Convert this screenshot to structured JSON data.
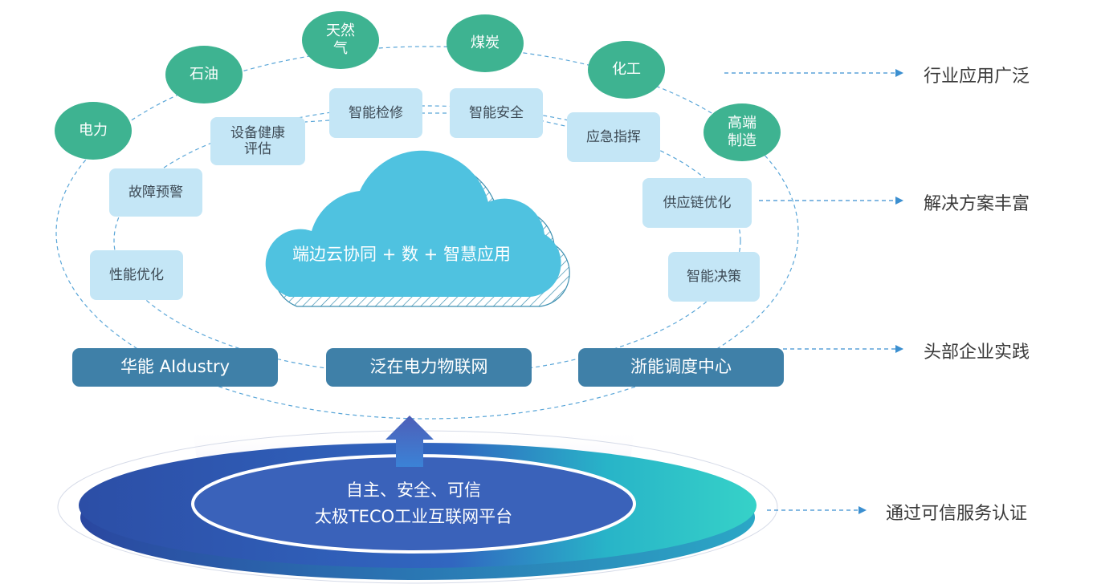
{
  "colors": {
    "industry_node": "#3eb391",
    "solution_box": "#c4e6f6",
    "enterprise_bar": "#3f80a8",
    "cloud": "#4fc2e0",
    "arrow_line": "#3b8fd0",
    "platform_dark": "#2d4fa8",
    "platform_light": "#2ec8c6"
  },
  "industries": [
    {
      "id": "electric",
      "label": "电力"
    },
    {
      "id": "oil",
      "label": "石油"
    },
    {
      "id": "gas",
      "label": "天然\n气"
    },
    {
      "id": "coal",
      "label": "煤炭"
    },
    {
      "id": "chemical",
      "label": "化工"
    },
    {
      "id": "manufacturing",
      "label": "高端\n制造"
    }
  ],
  "solutions": [
    {
      "id": "fault-warning",
      "label": "故障预警"
    },
    {
      "id": "health-eval",
      "label": "设备健康\n评估"
    },
    {
      "id": "maintenance",
      "label": "智能检修"
    },
    {
      "id": "safety",
      "label": "智能安全"
    },
    {
      "id": "emergency",
      "label": "应急指挥"
    },
    {
      "id": "supply-chain",
      "label": "供应链优化"
    },
    {
      "id": "decision",
      "label": "智能决策"
    },
    {
      "id": "performance",
      "label": "性能优化"
    }
  ],
  "cloud_label": "端边云协同 + 数 + 智慧应用",
  "enterprises": [
    {
      "id": "huaneng",
      "label": "华能 AIdustry"
    },
    {
      "id": "fanzai",
      "label": "泛在电力物联网"
    },
    {
      "id": "zheneng",
      "label": "浙能调度中心"
    }
  ],
  "platform": {
    "line1": "自主、安全、可信",
    "line2": "太极TECO工业互联网平台"
  },
  "side_labels": [
    {
      "id": "industry",
      "label": "行业应用广泛"
    },
    {
      "id": "solution",
      "label": "解决方案丰富"
    },
    {
      "id": "enterprise",
      "label": "头部企业实践"
    },
    {
      "id": "trusted",
      "label": "通过可信服务认证"
    }
  ]
}
